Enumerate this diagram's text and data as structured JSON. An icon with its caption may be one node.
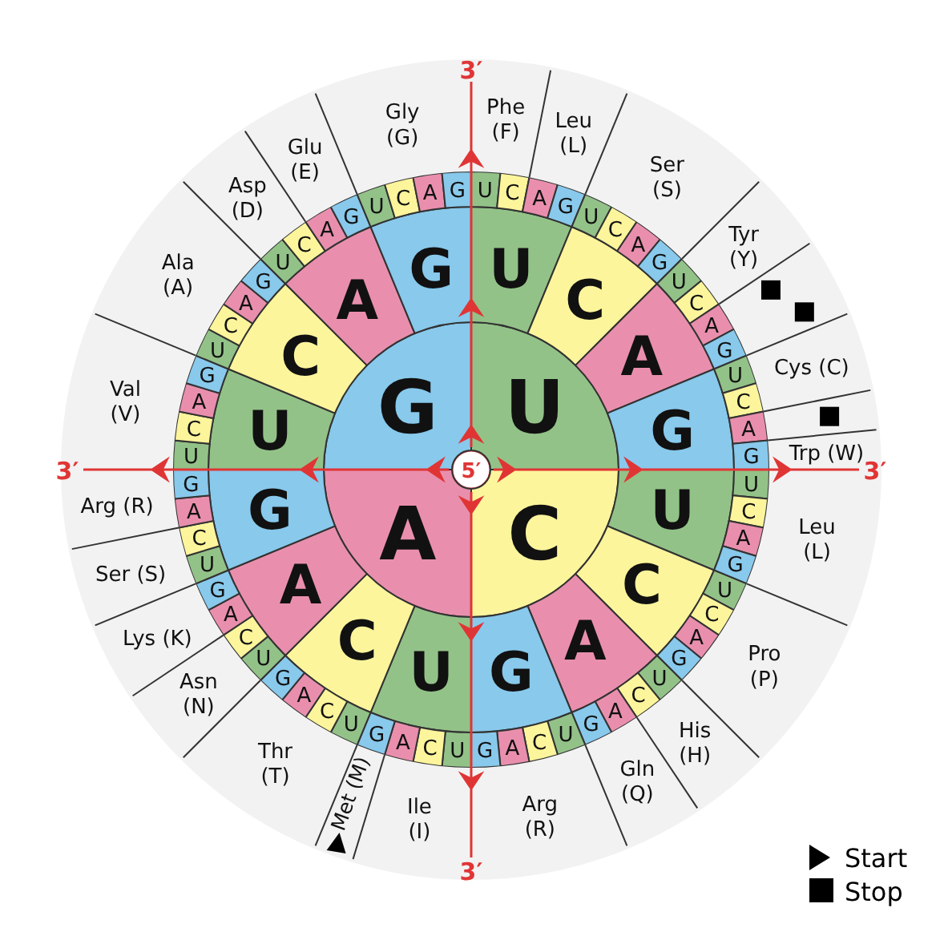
{
  "diagram": {
    "nodes": [
      {
        "text": [
          "5′"
        ]
      },
      {
        "text": [
          "U"
        ]
      },
      {
        "text": [
          "C"
        ]
      },
      {
        "text": [
          "A"
        ]
      },
      {
        "text": [
          "G"
        ]
      },
      {
        "text": [
          "U"
        ]
      },
      {
        "text": [
          "C"
        ]
      },
      {
        "text": [
          "A"
        ]
      },
      {
        "text": [
          "G"
        ]
      },
      {
        "text": [
          "U"
        ]
      },
      {
        "text": [
          "C"
        ]
      },
      {
        "text": [
          "A"
        ]
      },
      {
        "text": [
          "G"
        ]
      },
      {
        "text": [
          "U"
        ]
      },
      {
        "text": [
          "C"
        ]
      },
      {
        "text": [
          "A"
        ]
      },
      {
        "text": [
          "G"
        ]
      },
      {
        "text": [
          "U"
        ]
      },
      {
        "text": [
          "C"
        ]
      },
      {
        "text": [
          "A"
        ]
      },
      {
        "text": [
          "G"
        ]
      },
      {
        "text": [
          "U"
        ]
      },
      {
        "text": [
          "C"
        ]
      },
      {
        "text": [
          "A"
        ]
      },
      {
        "text": [
          "G"
        ]
      },
      {
        "text": [
          "U"
        ]
      },
      {
        "text": [
          "C"
        ]
      },
      {
        "text": [
          "A"
        ]
      },
      {
        "text": [
          "G"
        ]
      },
      {
        "text": [
          "U"
        ]
      },
      {
        "text": [
          "C"
        ]
      },
      {
        "text": [
          "A"
        ]
      },
      {
        "text": [
          "G"
        ]
      },
      {
        "text": [
          "U"
        ]
      },
      {
        "text": [
          "C"
        ]
      },
      {
        "text": [
          "A"
        ]
      },
      {
        "text": [
          "G"
        ]
      },
      {
        "text": [
          "U"
        ]
      },
      {
        "text": [
          "C"
        ]
      },
      {
        "text": [
          "A"
        ]
      },
      {
        "text": [
          "G"
        ]
      },
      {
        "text": [
          "U"
        ]
      },
      {
        "text": [
          "C"
        ]
      },
      {
        "text": [
          "A"
        ]
      },
      {
        "text": [
          "G"
        ]
      },
      {
        "text": [
          "U"
        ]
      },
      {
        "text": [
          "C"
        ]
      },
      {
        "text": [
          "A"
        ]
      },
      {
        "text": [
          "G"
        ]
      },
      {
        "text": [
          "U"
        ]
      },
      {
        "text": [
          "C"
        ]
      },
      {
        "text": [
          "A"
        ]
      },
      {
        "text": [
          "G"
        ]
      },
      {
        "text": [
          "U"
        ]
      },
      {
        "text": [
          "C"
        ]
      },
      {
        "text": [
          "A"
        ]
      },
      {
        "text": [
          "G"
        ]
      },
      {
        "text": [
          "U"
        ]
      },
      {
        "text": [
          "C"
        ]
      },
      {
        "text": [
          "A"
        ]
      },
      {
        "text": [
          "G"
        ]
      },
      {
        "text": [
          "U"
        ]
      },
      {
        "text": [
          "C"
        ]
      },
      {
        "text": [
          "A"
        ]
      },
      {
        "text": [
          "G"
        ]
      },
      {
        "text": [
          "U"
        ]
      },
      {
        "text": [
          "C"
        ]
      },
      {
        "text": [
          "A"
        ]
      },
      {
        "text": [
          "G"
        ]
      },
      {
        "text": [
          "U"
        ]
      },
      {
        "text": [
          "C"
        ]
      },
      {
        "text": [
          "A"
        ]
      },
      {
        "text": [
          "G"
        ]
      },
      {
        "text": [
          "U"
        ]
      },
      {
        "text": [
          "C"
        ]
      },
      {
        "text": [
          "A"
        ]
      },
      {
        "text": [
          "G"
        ]
      },
      {
        "text": [
          "U"
        ]
      },
      {
        "text": [
          "C"
        ]
      },
      {
        "text": [
          "A"
        ]
      },
      {
        "text": [
          "G"
        ]
      },
      {
        "text": [
          "U"
        ]
      },
      {
        "text": [
          "C"
        ]
      },
      {
        "text": [
          "A"
        ]
      },
      {
        "text": [
          "G"
        ]
      },
      {
        "text": [
          "Phe (F)"
        ]
      },
      {
        "text": [
          "Leu (L)"
        ]
      },
      {
        "text": [
          "Ser (S)"
        ]
      },
      {
        "text": [
          "Tyr (Y)"
        ]
      },
      {
        "text": [],
        "shape": "sector"
      },
      {
        "text": [
          "Cys (C)"
        ]
      },
      {
        "text": [],
        "shape": "sector"
      },
      {
        "text": [
          "Trp (W)"
        ]
      },
      {
        "text": [
          "Leu (L)"
        ]
      },
      {
        "text": [
          "Pro (P)"
        ]
      },
      {
        "text": [
          "His (H)"
        ]
      },
      {
        "text": [
          "Gln (Q)"
        ]
      },
      {
        "text": [
          "Arg (R)"
        ]
      },
      {
        "text": [
          "Ile (I)"
        ]
      },
      {
        "text": [
          "Met (M)"
        ]
      },
      {
        "text": [
          "Thr (T)"
        ]
      },
      {
        "text": [
          "Asn (N)"
        ]
      },
      {
        "text": [
          "Lys (K)"
        ]
      },
      {
        "text": [
          "Ser (S)"
        ]
      },
      {
        "text": [
          "Arg (R)"
        ]
      },
      {
        "text": [
          "Val (V)"
        ]
      },
      {
        "text": [
          "Ala (A)"
        ]
      },
      {
        "text": [
          "Asp (D)"
        ]
      },
      {
        "text": [
          "Glu (E)"
        ]
      },
      {
        "text": [
          "Gly (G)"
        ]
      }
    ],
    "labels": [
      "3′",
      "3′",
      "3′",
      "3′"
    ],
    "legend": [
      {
        "text": "Start"
      },
      {
        "text": "Stop"
      }
    ]
  }
}
